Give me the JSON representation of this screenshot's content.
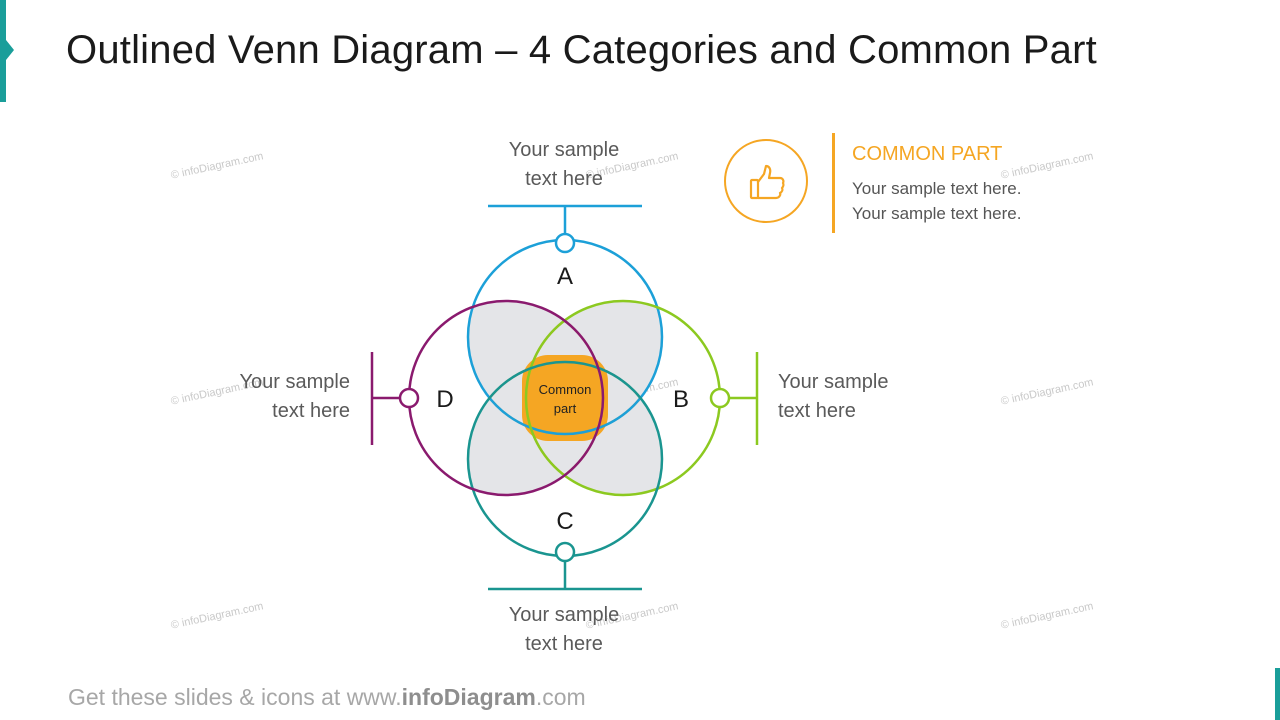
{
  "title": "Outlined Venn Diagram – 4 Categories and Common Part",
  "watermark": "© infoDiagram.com",
  "circles": [
    {
      "id": "A",
      "letter": "A",
      "color": "#1ca0d8",
      "label": "Your sample\ntext here"
    },
    {
      "id": "B",
      "letter": "B",
      "color": "#8cc920",
      "label": "Your sample\ntext here"
    },
    {
      "id": "C",
      "letter": "C",
      "color": "#1a9590",
      "label": "Your sample\ntext here"
    },
    {
      "id": "D",
      "letter": "D",
      "color": "#8a1a6e",
      "label": "Your sample\ntext here"
    }
  ],
  "center": {
    "line1": "Common",
    "line2": "part",
    "color": "#f5a623"
  },
  "overlap_fill": "#e4e5e8",
  "common_part": {
    "title": "COMMON PART",
    "line1": "Your sample text here.",
    "line2": "Your sample text here.",
    "icon": "thumbs-up-icon",
    "color": "#f5a623"
  },
  "footer": {
    "prefix": "Get these slides & icons at www.",
    "brand": "infoDiagram",
    "suffix": ".com"
  }
}
